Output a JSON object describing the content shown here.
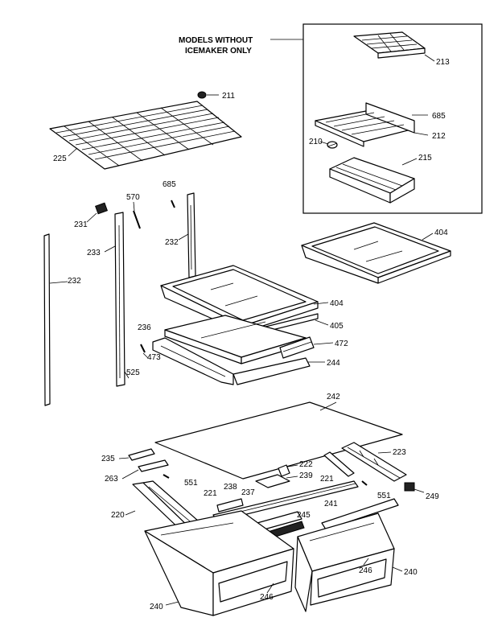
{
  "inset": {
    "title_line1": "MODELS WITHOUT",
    "title_line2": "ICEMAKER ONLY"
  },
  "callouts": {
    "p213": "213",
    "p685a": "685",
    "p212": "212",
    "p210": "210",
    "p215": "215",
    "p211": "211",
    "p225": "225",
    "p685b": "685",
    "p570": "570",
    "p231": "231",
    "p232a": "232",
    "p233": "233",
    "p232b": "232",
    "p404a": "404",
    "p404b": "404",
    "p405": "405",
    "p236": "236",
    "p472": "472",
    "p473": "473",
    "p525": "525",
    "p244": "244",
    "p242": "242",
    "p223": "223",
    "p235": "235",
    "p222": "222",
    "p239": "239",
    "p263": "263",
    "p551a": "551",
    "p221a": "221",
    "p238": "238",
    "p237": "237",
    "p221b": "221",
    "p551b": "551",
    "p249": "249",
    "p220": "220",
    "p241": "241",
    "p245": "245",
    "p246a": "246",
    "p240a": "240",
    "p246b": "246",
    "p240b": "240"
  }
}
